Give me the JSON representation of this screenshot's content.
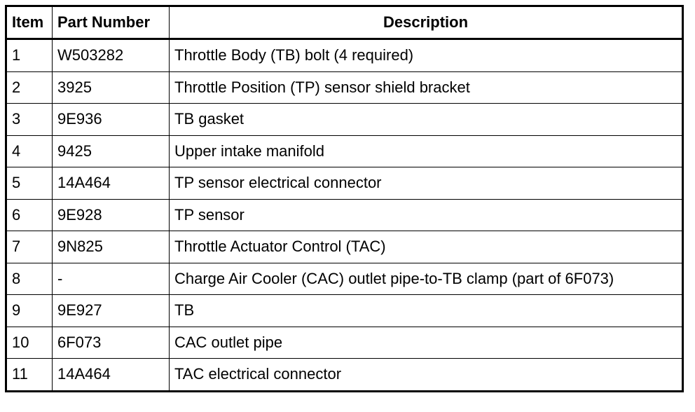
{
  "table": {
    "headers": {
      "item": "Item",
      "part_number": "Part Number",
      "description": "Description"
    },
    "rows": [
      {
        "item": "1",
        "part_number": "W503282",
        "description": "Throttle Body (TB) bolt (4 required)"
      },
      {
        "item": "2",
        "part_number": "3925",
        "description": "Throttle Position (TP) sensor shield bracket"
      },
      {
        "item": "3",
        "part_number": "9E936",
        "description": "TB gasket"
      },
      {
        "item": "4",
        "part_number": "9425",
        "description": "Upper intake manifold"
      },
      {
        "item": "5",
        "part_number": "14A464",
        "description": "TP sensor electrical connector"
      },
      {
        "item": "6",
        "part_number": "9E928",
        "description": "TP sensor"
      },
      {
        "item": "7",
        "part_number": "9N825",
        "description": "Throttle Actuator Control (TAC)"
      },
      {
        "item": "8",
        "part_number": "-",
        "description": "Charge Air Cooler (CAC) outlet pipe-to-TB clamp (part of 6F073)"
      },
      {
        "item": "9",
        "part_number": "9E927",
        "description": "TB"
      },
      {
        "item": "10",
        "part_number": "6F073",
        "description": "CAC outlet pipe"
      },
      {
        "item": "11",
        "part_number": "14A464",
        "description": "TAC electrical connector"
      }
    ]
  }
}
